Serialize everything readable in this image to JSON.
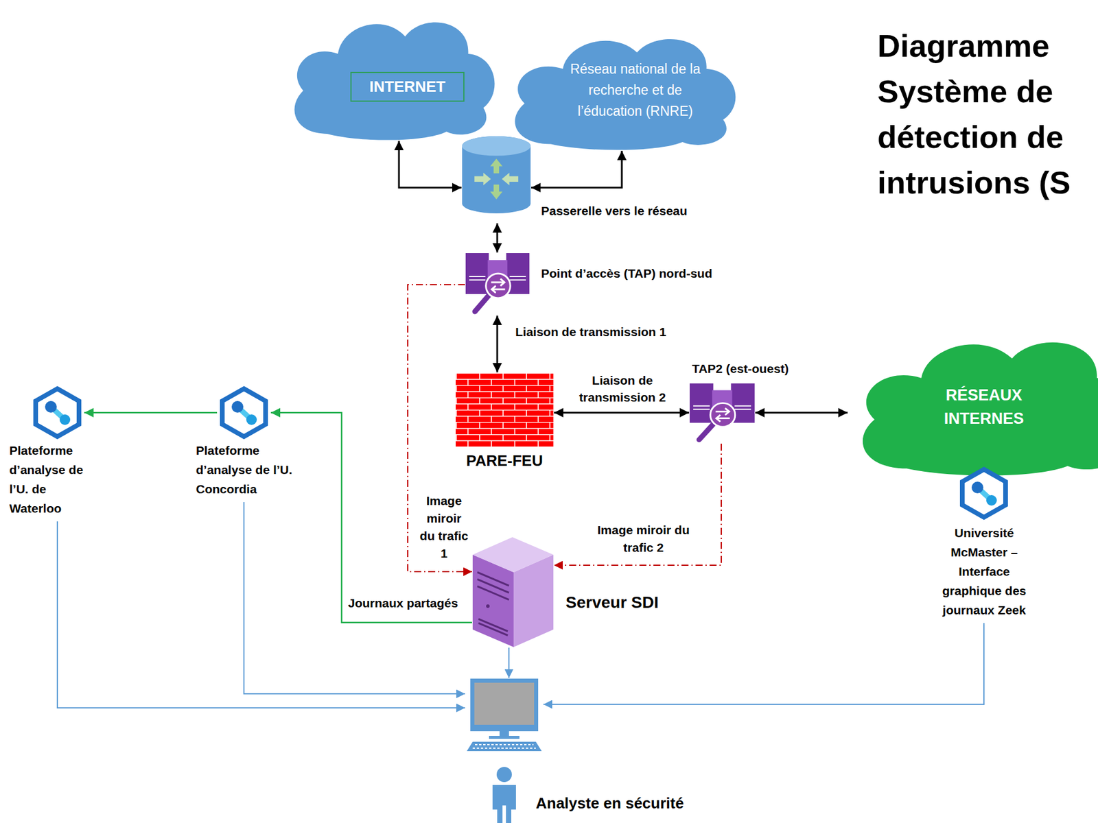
{
  "diagram": {
    "title": "Diagramme Système de détection de intrusions (S",
    "nodes": [
      {
        "text": [
          "INTERNET"
        ]
      },
      {
        "text": [
          "Réseau national de la recherche et de l’éducation (RNRE)"
        ]
      },
      {
        "text": [
          "Passerelle vers le réseau"
        ]
      },
      {
        "text": [
          "Point d’accès (TAP) nord-sud"
        ]
      },
      {
        "text": [
          "PARE-FEU"
        ]
      },
      {
        "text": [
          "TAP2 (est-ouest)"
        ]
      },
      {
        "text": [
          "RÉSEAUX INTERNES"
        ]
      },
      {
        "text": [
          "Plateforme d’analyse de l’U. de Waterloo"
        ]
      },
      {
        "text": [
          "Plateforme d’analyse de l’U. Concordia"
        ]
      },
      {
        "text": [
          "Serveur SDI"
        ]
      },
      {
        "text": [
          "Université McMaster – Interface graphique des journaux Zeek"
        ]
      },
      {
        "text": [
          "Analyste en sécurité"
        ]
      }
    ],
    "edges": [
      {
        "from": 0,
        "to": 2,
        "arrow": "both"
      },
      {
        "from": 1,
        "to": 2,
        "arrow": "both"
      },
      {
        "from": 2,
        "to": 3,
        "arrow": "both"
      },
      {
        "from": 3,
        "to": 4,
        "label": "Liaison de transmission 1",
        "arrow": "both"
      },
      {
        "from": 4,
        "to": 5,
        "label": "Liaison de transmission 2",
        "arrow": "both"
      },
      {
        "from": 5,
        "to": 6,
        "arrow": "both"
      },
      {
        "from": 3,
        "to": 9,
        "label": "Image miroir du trafic 1",
        "arrow": "to"
      },
      {
        "from": 5,
        "to": 9,
        "label": "Image miroir du trafic 2",
        "arrow": "to"
      },
      {
        "from": 9,
        "to": 8,
        "label": "Journaux partagés",
        "arrow": "to"
      },
      {
        "from": 8,
        "to": 7,
        "arrow": "to"
      },
      {
        "from": 7,
        "to": 11,
        "arrow": "to"
      },
      {
        "from": 8,
        "to": 11,
        "arrow": "to"
      },
      {
        "from": 9,
        "to": 11,
        "arrow": "to"
      },
      {
        "from": 10,
        "to": 11,
        "arrow": "to"
      }
    ]
  }
}
